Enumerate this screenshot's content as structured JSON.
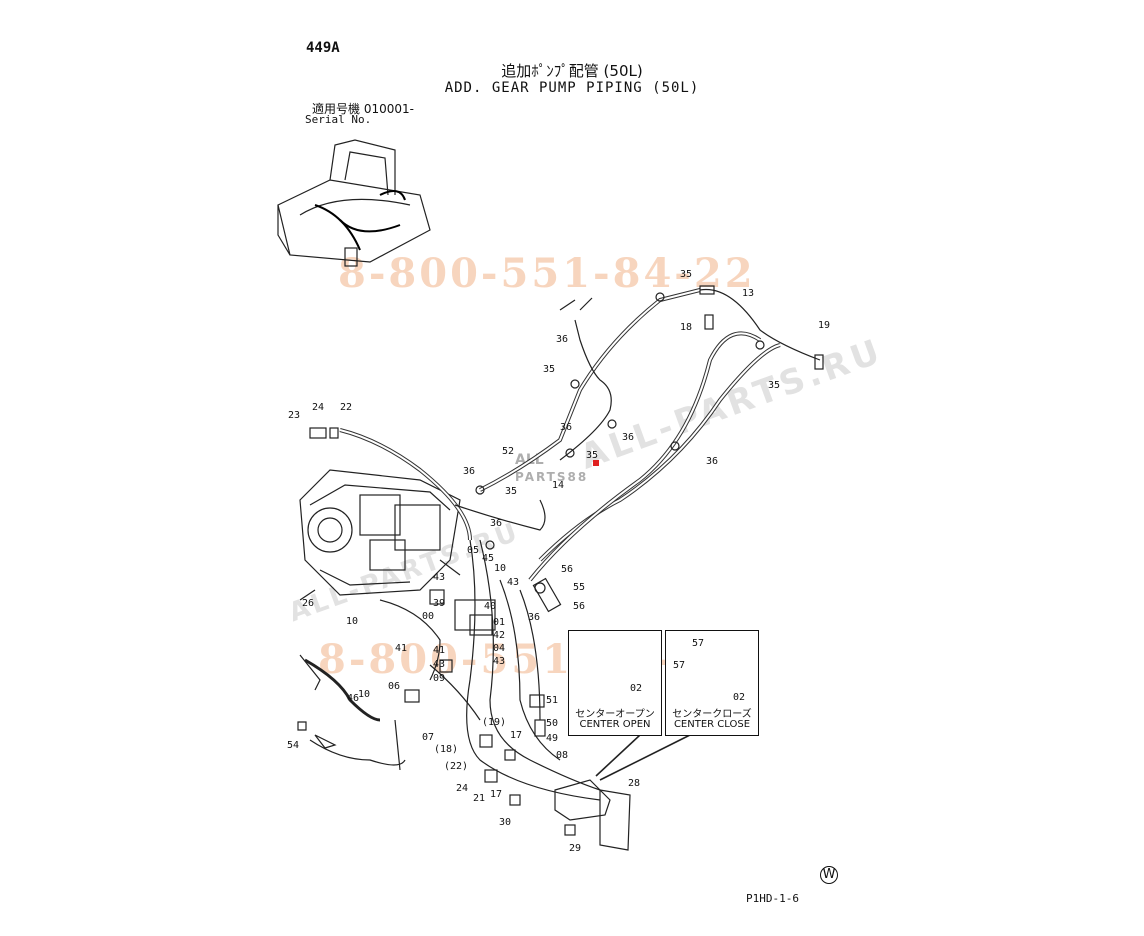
{
  "header": {
    "page_number": "449A",
    "title_jp": "追加ﾎﾟﾝﾌﾟ配管 (50L)",
    "title_en": "ADD. GEAR PUMP PIPING (50L)",
    "serial_jp": "適用号機  010001-",
    "serial_en": "Serial No."
  },
  "footer": {
    "code": "P1HD-1-6",
    "mark": "W"
  },
  "watermarks": {
    "phone_1": "8-800-551-84-22",
    "phone_2": "8-800-551-84-22",
    "site_1": "ALL-PARTS.RU",
    "site_2": "ALL-PARTS.RU",
    "brand": "ALL",
    "brand_sub": "PARTS88"
  },
  "details": {
    "open": {
      "label_jp": "センターオープン",
      "label_en": "CENTER OPEN",
      "part": "02"
    },
    "close": {
      "label_jp": "センタークローズ",
      "label_en": "CENTER CLOSE",
      "part": "02",
      "parts_extra": [
        "57",
        "57"
      ]
    }
  },
  "callouts": [
    "35",
    "13",
    "18",
    "19",
    "36",
    "35",
    "35",
    "36",
    "36",
    "36",
    "35",
    "23",
    "24",
    "22",
    "52",
    "36",
    "35",
    "14",
    "36",
    "26",
    "05",
    "45",
    "10",
    "43",
    "43",
    "39",
    "40",
    "00",
    "10",
    "56",
    "55",
    "56",
    "36",
    "01",
    "42",
    "41",
    "04",
    "41",
    "43",
    "43",
    "09",
    "46",
    "06",
    "10",
    "51",
    "50",
    "49",
    "08",
    "54",
    "07",
    "(19)",
    "17",
    "(18)",
    "(22)",
    "24",
    "21",
    "17",
    "30",
    "28",
    "29"
  ]
}
